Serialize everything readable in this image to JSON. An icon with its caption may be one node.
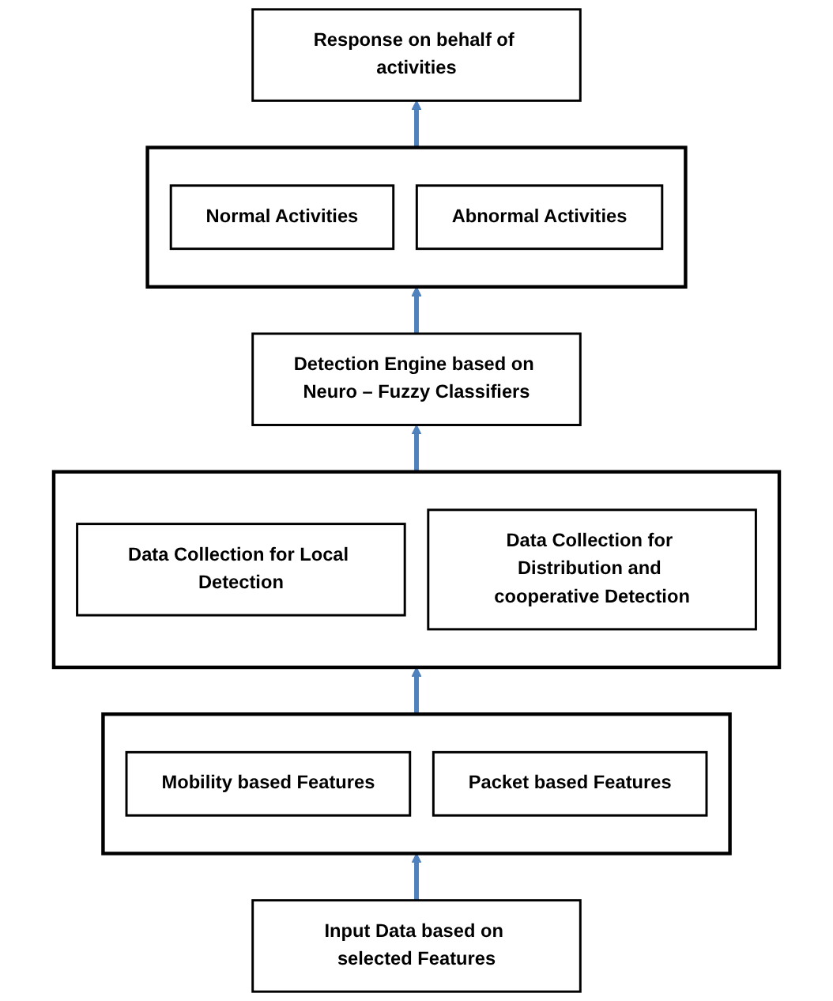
{
  "diagram": {
    "nodes": [
      {
        "text": [
          "Response on behalf of activities"
        ]
      },
      {
        "text": [],
        "shape": "box"
      },
      {
        "text": [
          "Normal Activities"
        ],
        "in": 1
      },
      {
        "text": [
          "Abnormal Activities"
        ],
        "in": 1
      },
      {
        "text": [
          "Detection Engine based on Neuro – Fuzzy Classifiers"
        ]
      },
      {
        "text": [],
        "shape": "box"
      },
      {
        "text": [
          "Data Collection for Local Detection"
        ],
        "in": 5
      },
      {
        "text": [
          "Data Collection for Distribution and cooperative Detection"
        ],
        "in": 5
      },
      {
        "text": [],
        "shape": "box"
      },
      {
        "text": [
          "Mobility based Features"
        ],
        "in": 8
      },
      {
        "text": [
          "Packet based Features"
        ],
        "in": 8
      },
      {
        "text": [
          "Input Data based on selected Features"
        ]
      }
    ],
    "edges": [
      {
        "from": 11,
        "to": 8,
        "arrow": "to",
        "color": "#4f81bd"
      },
      {
        "from": 8,
        "to": 5,
        "arrow": "to",
        "color": "#4f81bd"
      },
      {
        "from": 5,
        "to": 4,
        "arrow": "to",
        "color": "#4f81bd"
      },
      {
        "from": 4,
        "to": 1,
        "arrow": "to",
        "color": "#4f81bd"
      },
      {
        "from": 1,
        "to": 0,
        "arrow": "to",
        "color": "#4f81bd"
      }
    ]
  }
}
